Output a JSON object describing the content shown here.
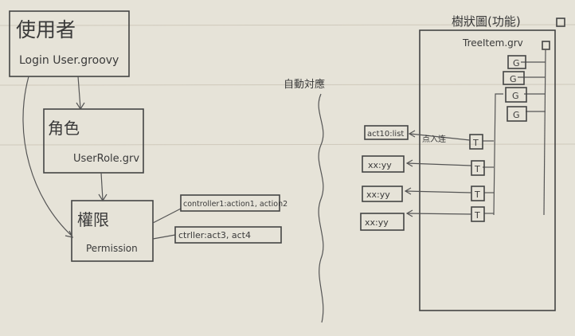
{
  "left": {
    "user_title": "使用者",
    "user_file": "Login User.groovy",
    "role_title": "角色",
    "role_file": "UserRole.grv",
    "perm_title": "權限",
    "perm_file": "Permission",
    "perm_note_1": "controller1:action1, action2",
    "perm_note_2": "ctrller:act3, act4"
  },
  "middle": {
    "label": "自動対應"
  },
  "right": {
    "tree_title": "樹狀圖(功能)",
    "tree_file": "TreeItem.grv",
    "g_label": "G",
    "t_label": "T",
    "targets": [
      "act10:list",
      "xx:yy",
      "xx:yy",
      "xx:yy"
    ],
    "click_note": "点入连"
  }
}
